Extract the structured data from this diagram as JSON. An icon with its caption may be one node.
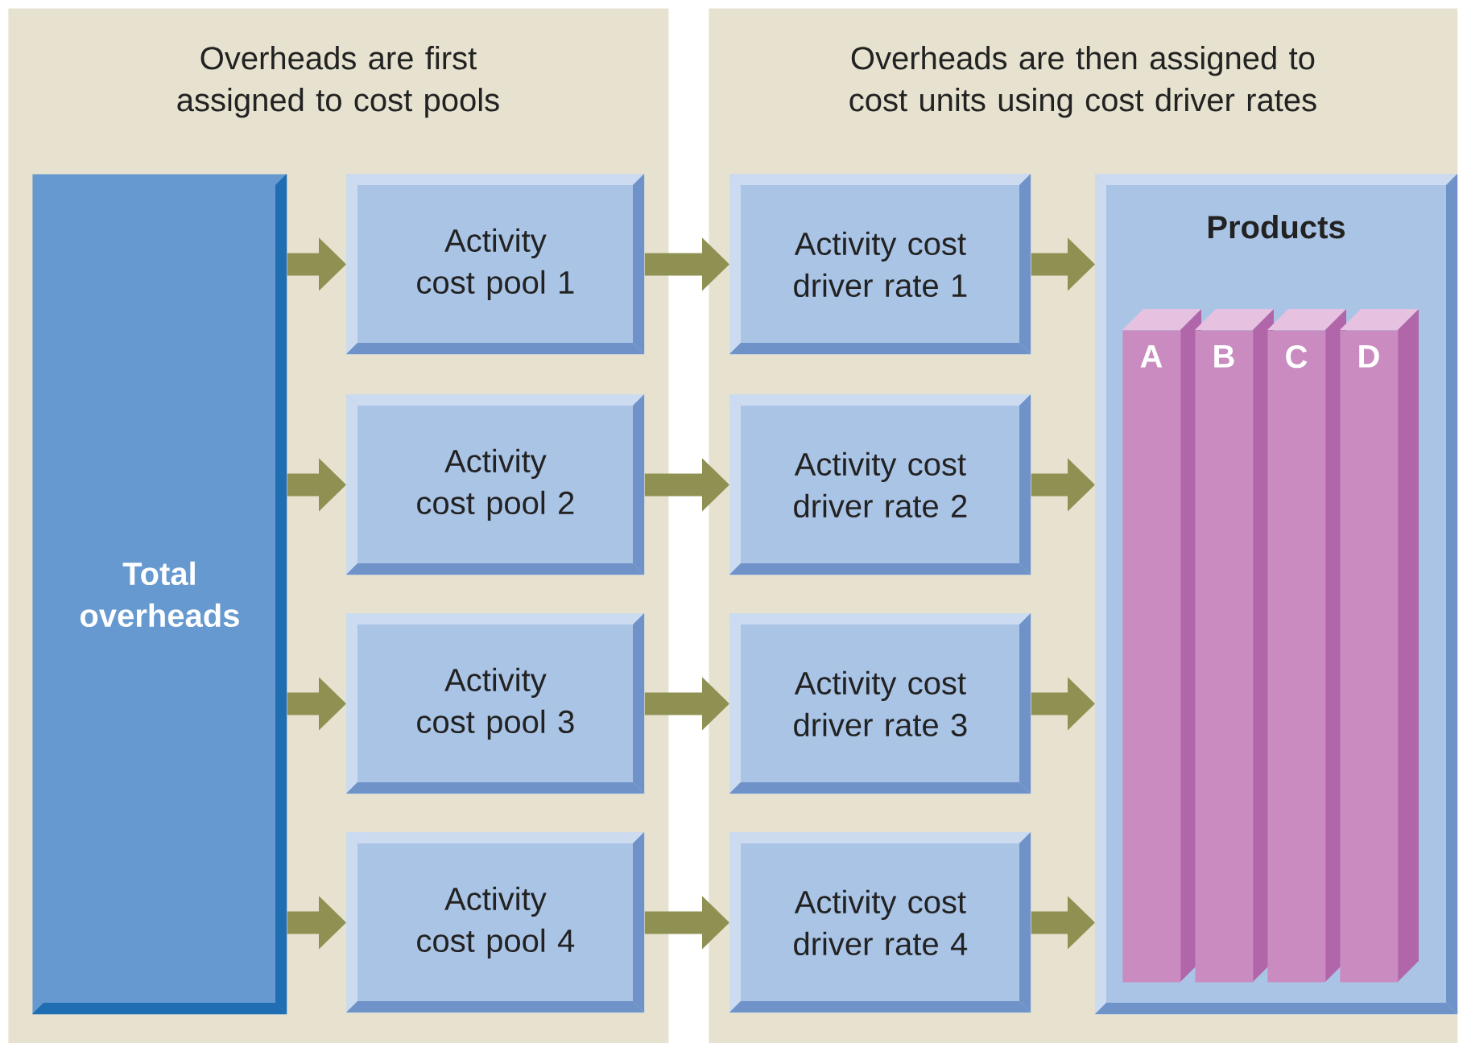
{
  "diagram": {
    "nodes": [
      {
        "text": [
          "Overheads are first assigned to cost pools"
        ]
      },
      {
        "text": [
          "Total overheads"
        ],
        "in": 0
      },
      {
        "text": [
          "Activity cost pool 1"
        ],
        "in": 0
      },
      {
        "text": [
          "Activity cost pool 2"
        ],
        "in": 0
      },
      {
        "text": [
          "Activity cost pool 3"
        ],
        "in": 0
      },
      {
        "text": [
          "Activity cost pool 4"
        ],
        "in": 0
      },
      {
        "text": [
          "Overheads are then assigned to cost units using cost driver rates"
        ]
      },
      {
        "text": [
          "Activity cost driver rate 1"
        ],
        "in": 6
      },
      {
        "text": [
          "Activity cost driver rate 2"
        ],
        "in": 6
      },
      {
        "text": [
          "Activity cost driver rate 3"
        ],
        "in": 6
      },
      {
        "text": [
          "Activity cost driver rate 4"
        ],
        "in": 6
      },
      {
        "text": [
          "Products"
        ],
        "in": 6
      },
      {
        "text": [
          "A"
        ],
        "in": 11
      },
      {
        "text": [
          "B"
        ],
        "in": 11
      },
      {
        "text": [
          "C"
        ],
        "in": 11
      },
      {
        "text": [
          "D"
        ],
        "in": 11
      }
    ],
    "edges": [
      {
        "from": 1,
        "to": 2,
        "arrow": "to"
      },
      {
        "from": 1,
        "to": 3,
        "arrow": "to"
      },
      {
        "from": 1,
        "to": 4,
        "arrow": "to"
      },
      {
        "from": 1,
        "to": 5,
        "arrow": "to"
      },
      {
        "from": 2,
        "to": 7,
        "arrow": "to"
      },
      {
        "from": 3,
        "to": 8,
        "arrow": "to"
      },
      {
        "from": 4,
        "to": 9,
        "arrow": "to"
      },
      {
        "from": 5,
        "to": 10,
        "arrow": "to"
      },
      {
        "from": 7,
        "to": 11,
        "arrow": "to"
      },
      {
        "from": 8,
        "to": 11,
        "arrow": "to"
      },
      {
        "from": 9,
        "to": 11,
        "arrow": "to"
      },
      {
        "from": 10,
        "to": 11,
        "arrow": "to"
      }
    ]
  }
}
